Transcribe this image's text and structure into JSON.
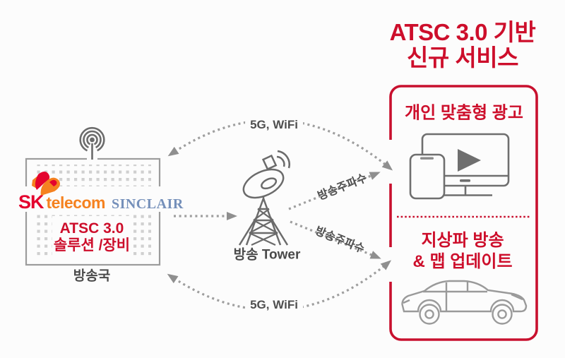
{
  "title": {
    "line1": "ATSC 3.0 기반",
    "line2": "신규 서비스"
  },
  "station": {
    "label": "방송국",
    "sk_logo": "SK",
    "telecom_logo": "telecom",
    "sinclair_logo": "SINCLAIR",
    "solution_line1": "ATSC 3.0",
    "solution_line2": "솔루션 /장비"
  },
  "tower": {
    "label": "방송 Tower"
  },
  "links": {
    "top_label": "5G, WiFi",
    "bottom_label": "5G, WiFi",
    "freq_upper_label": "방송주파수",
    "freq_lower_label": "방송주파수"
  },
  "services": {
    "card1_title": "개인 맞춤형 광고",
    "card2_title_line1": "지상파 방송",
    "card2_title_line2": "& 맵 업데이트"
  },
  "icons": {
    "antenna": "broadcast-antenna-icon",
    "tower": "satellite-dish-tower-icon",
    "tv": "tv-with-play-icon",
    "phone": "smartphone-icon",
    "car": "car-icon"
  },
  "colors": {
    "accent_red": "#cd0e2b",
    "sk_red": "#e4032e",
    "telecom_orange": "#f58220",
    "sinclair_blue": "#7590ba",
    "icon_gray": "#6b6b6b",
    "arrow_gray": "#9e9e9e",
    "text_gray": "#4f4f4f",
    "background": "#fcfcfc"
  }
}
